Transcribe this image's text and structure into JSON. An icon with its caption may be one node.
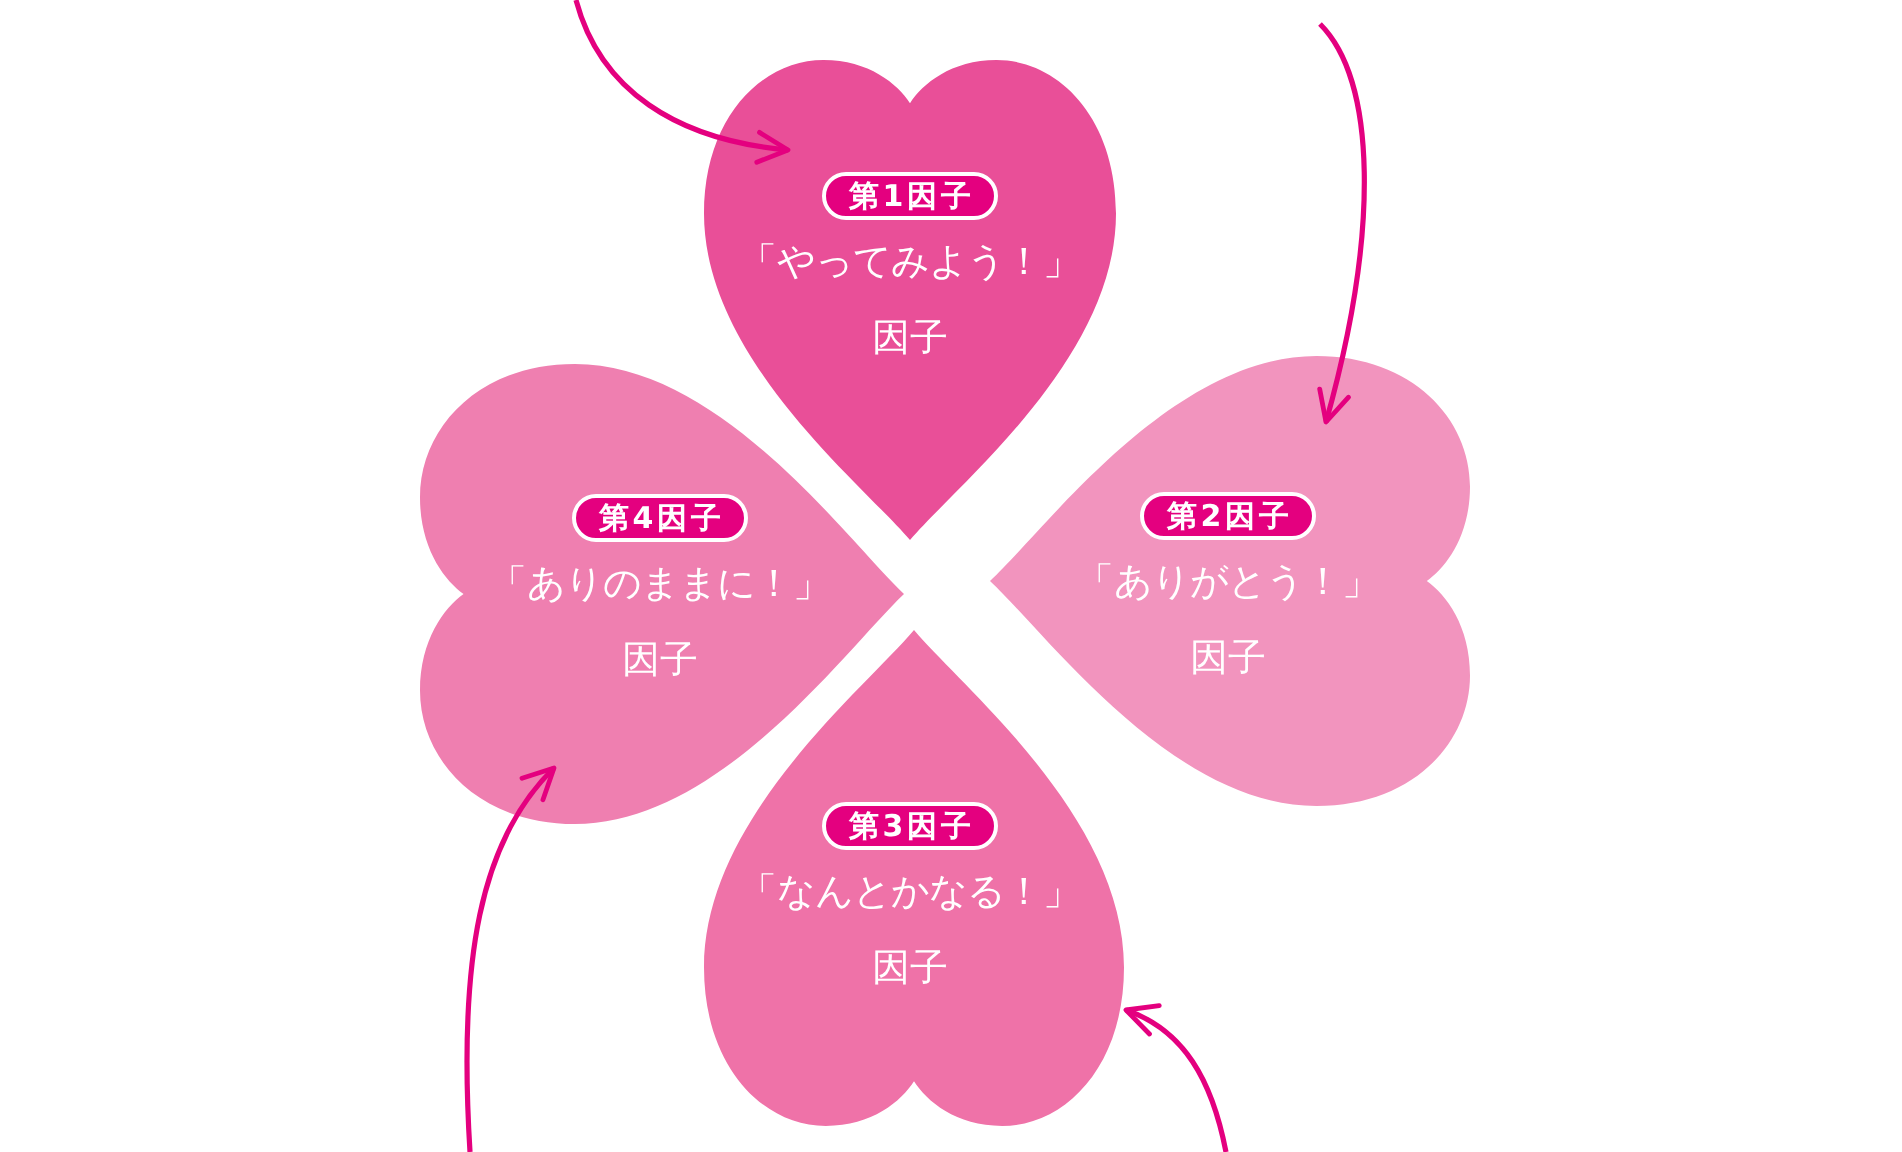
{
  "diagram": {
    "nodes": [
      {
        "text": [
          "第1因子",
          "「やってみよう！」因子"
        ]
      },
      {
        "text": [
          "第4因子",
          "「ありのままに！」因子"
        ]
      },
      {
        "text": [
          "第2因子",
          "「ありがとう！」因子"
        ]
      },
      {
        "text": [
          "第3因子",
          "「なんとかなる！」因子"
        ]
      }
    ],
    "edges": [
      {
        "from": null,
        "to": 0,
        "arrow": "to"
      },
      {
        "from": null,
        "to": 2,
        "arrow": "to"
      },
      {
        "from": null,
        "to": 1,
        "arrow": "to"
      },
      {
        "from": null,
        "to": 3,
        "arrow": "to"
      }
    ]
  }
}
